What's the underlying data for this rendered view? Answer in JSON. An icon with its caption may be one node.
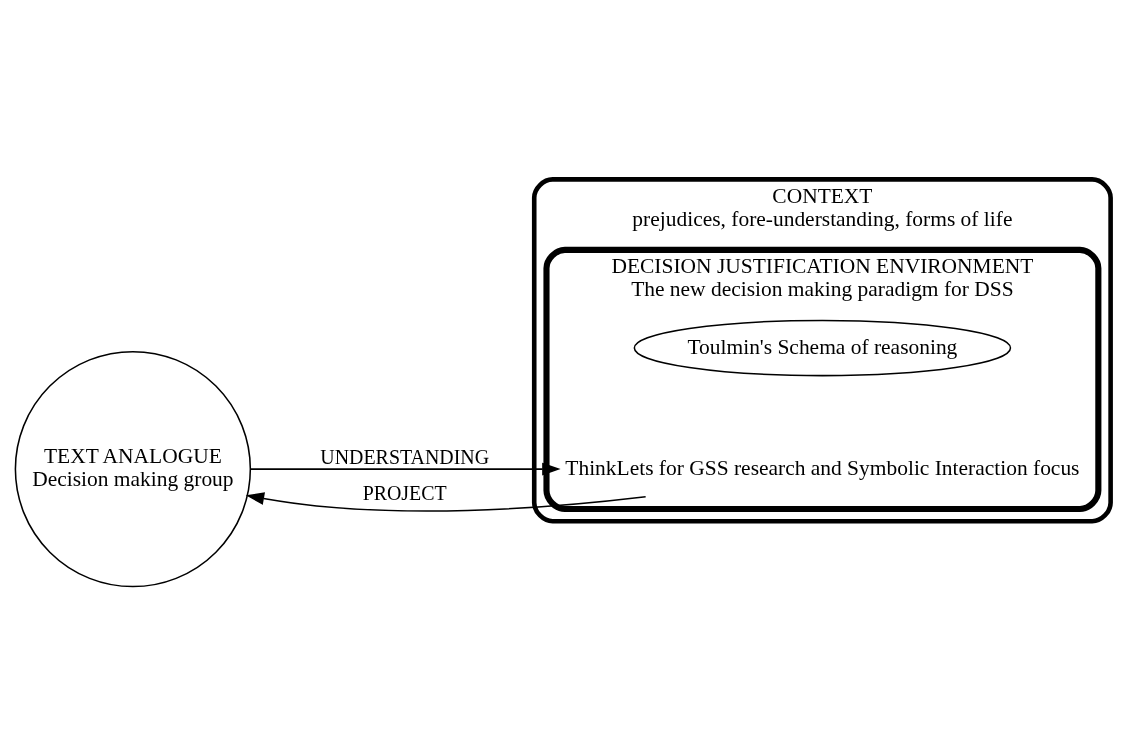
{
  "diagram": {
    "nodes": [
      {
        "text": [
          "TEXT ANALOGUE",
          "Decision making group"
        ]
      },
      {
        "text": [
          "CONTEXT",
          "prejudices, fore-understanding, forms of life"
        ]
      },
      {
        "text": [
          "DECISION JUSTIFICATION ENVIRONMENT",
          "The new decision making paradigm for DSS"
        ],
        "in": 1
      },
      {
        "text": [
          "Toulmin's Schema of reasoning"
        ],
        "in": 2
      },
      {
        "text": [
          "ThinkLets for GSS research and Symbolic Interaction focus"
        ],
        "in": 2
      }
    ],
    "edges": [
      {
        "from": 0,
        "to": 4,
        "label": "UNDERSTANDING",
        "arrow": "to"
      },
      {
        "from": 4,
        "to": 0,
        "label": "PROJECT",
        "arrow": "to"
      }
    ]
  }
}
